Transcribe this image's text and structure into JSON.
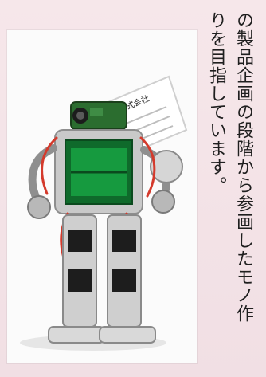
{
  "article": {
    "line1": "の製品企画の段階から参画したモノ作",
    "line2": "りを目指しています。"
  },
  "photo": {
    "label_text": "株式会社"
  }
}
